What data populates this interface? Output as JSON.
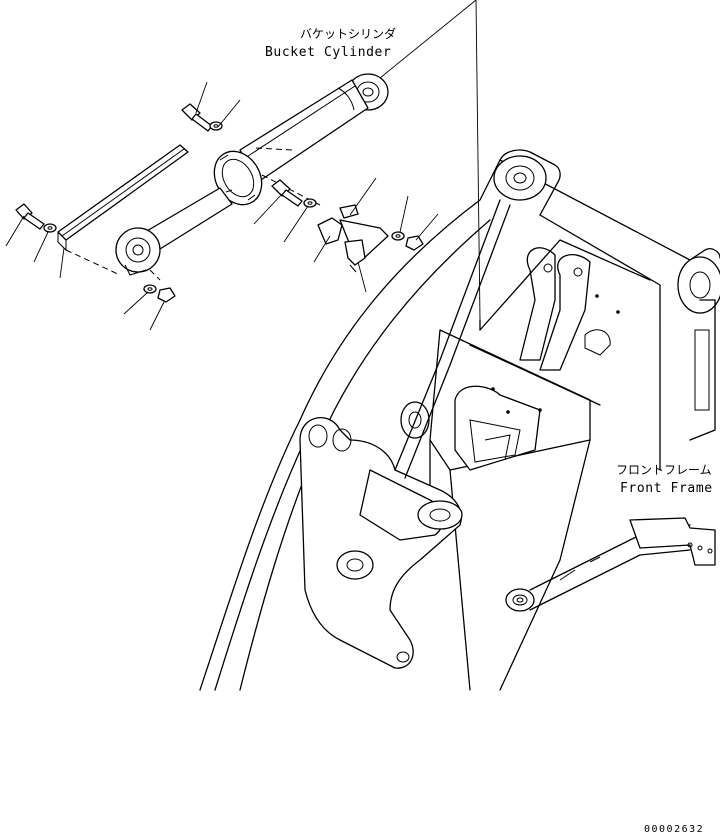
{
  "labels": {
    "bucket_cylinder_jp": "バケットシリンダ",
    "bucket_cylinder_en": "Bucket Cylinder",
    "front_frame_jp": "フロントフレーム",
    "front_frame_en": "Front Frame"
  },
  "drawing_code": "00002632"
}
